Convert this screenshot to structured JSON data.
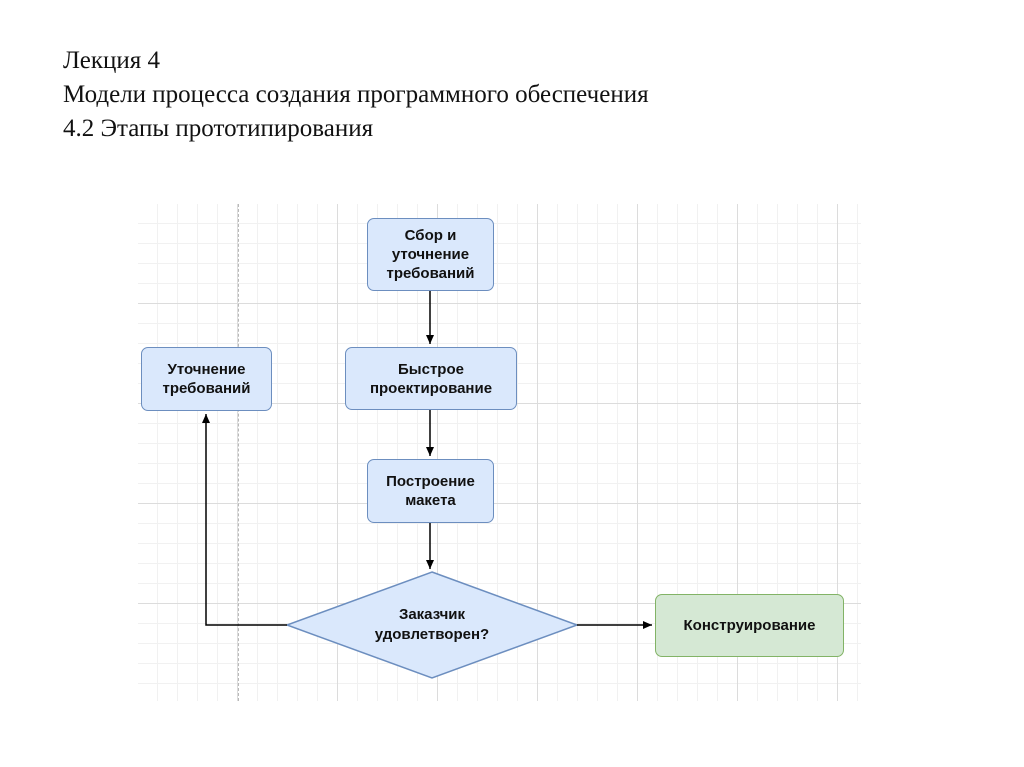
{
  "header": {
    "line1": "Лекция 4",
    "line2": "Модели процесса создания программного обеспечения",
    "line3": "4.2 Этапы прототипирования"
  },
  "diagram": {
    "nodes": {
      "collect": "Сбор и\nуточнение\nтребований",
      "refine": "Уточнение\nтребований",
      "design": "Быстрое\nпроектирование",
      "build": "Построение\nмакета",
      "decision": "Заказчик\nудовлетворен?",
      "construct": "Конструирование"
    },
    "colors": {
      "process_fill": "#dae8fc",
      "process_stroke": "#6c8ebf",
      "final_fill": "#d5e8d4",
      "final_stroke": "#82b366"
    }
  }
}
